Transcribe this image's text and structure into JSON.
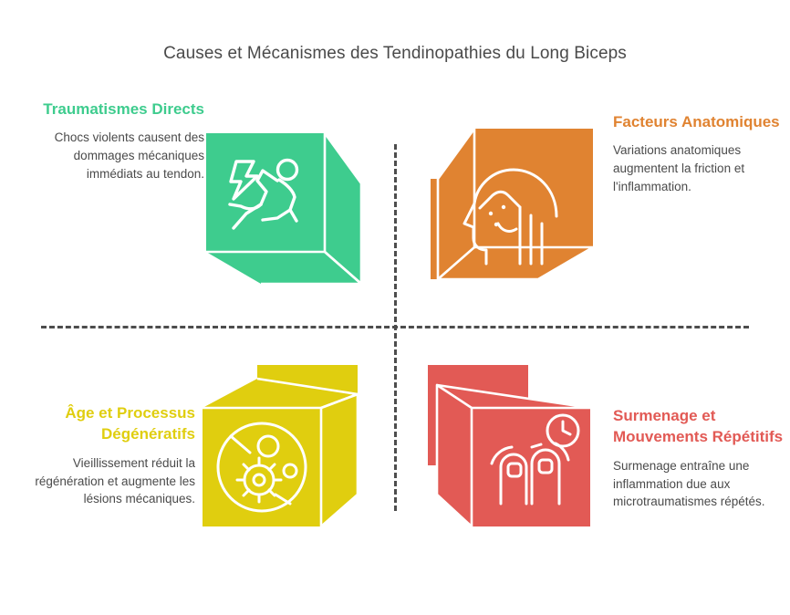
{
  "page": {
    "title": "Causes et Mécanismes des Tendinopathies du Long Biceps",
    "background": "#ffffff",
    "title_color": "#4a4a4a",
    "divider_color": "#4d4d4d"
  },
  "quadrants": [
    {
      "id": "traumatismes",
      "position": "top-left",
      "heading": "Traumatismes Directs",
      "body": "Chocs violents causent des dommages mécaniques immédiats au tendon.",
      "color": "#3ecc8e",
      "text_align": "right",
      "icon": "falling-person-icon"
    },
    {
      "id": "facteurs",
      "position": "top-right",
      "heading": "Facteurs Anatomiques",
      "body": "Variations anatomiques augmentent la friction et l'inflammation.",
      "color": "#e08331",
      "text_align": "left",
      "icon": "head-anatomy-icon"
    },
    {
      "id": "age",
      "position": "bottom-left",
      "heading": "Âge et Processus Dégénératifs",
      "body": "Vieillissement réduit la régénération et augmente les lésions mécaniques.",
      "color": "#e0ce0f",
      "text_align": "right",
      "icon": "cell-microscope-icon"
    },
    {
      "id": "surmenage",
      "position": "bottom-right",
      "heading": "Surmenage et Mouvements Répétitifs",
      "body": "Surmenage entraîne une inflammation due aux microtraumatismes répétés.",
      "color": "#e25a55",
      "text_align": "left",
      "icon": "repetitive-motion-clock-icon"
    }
  ]
}
